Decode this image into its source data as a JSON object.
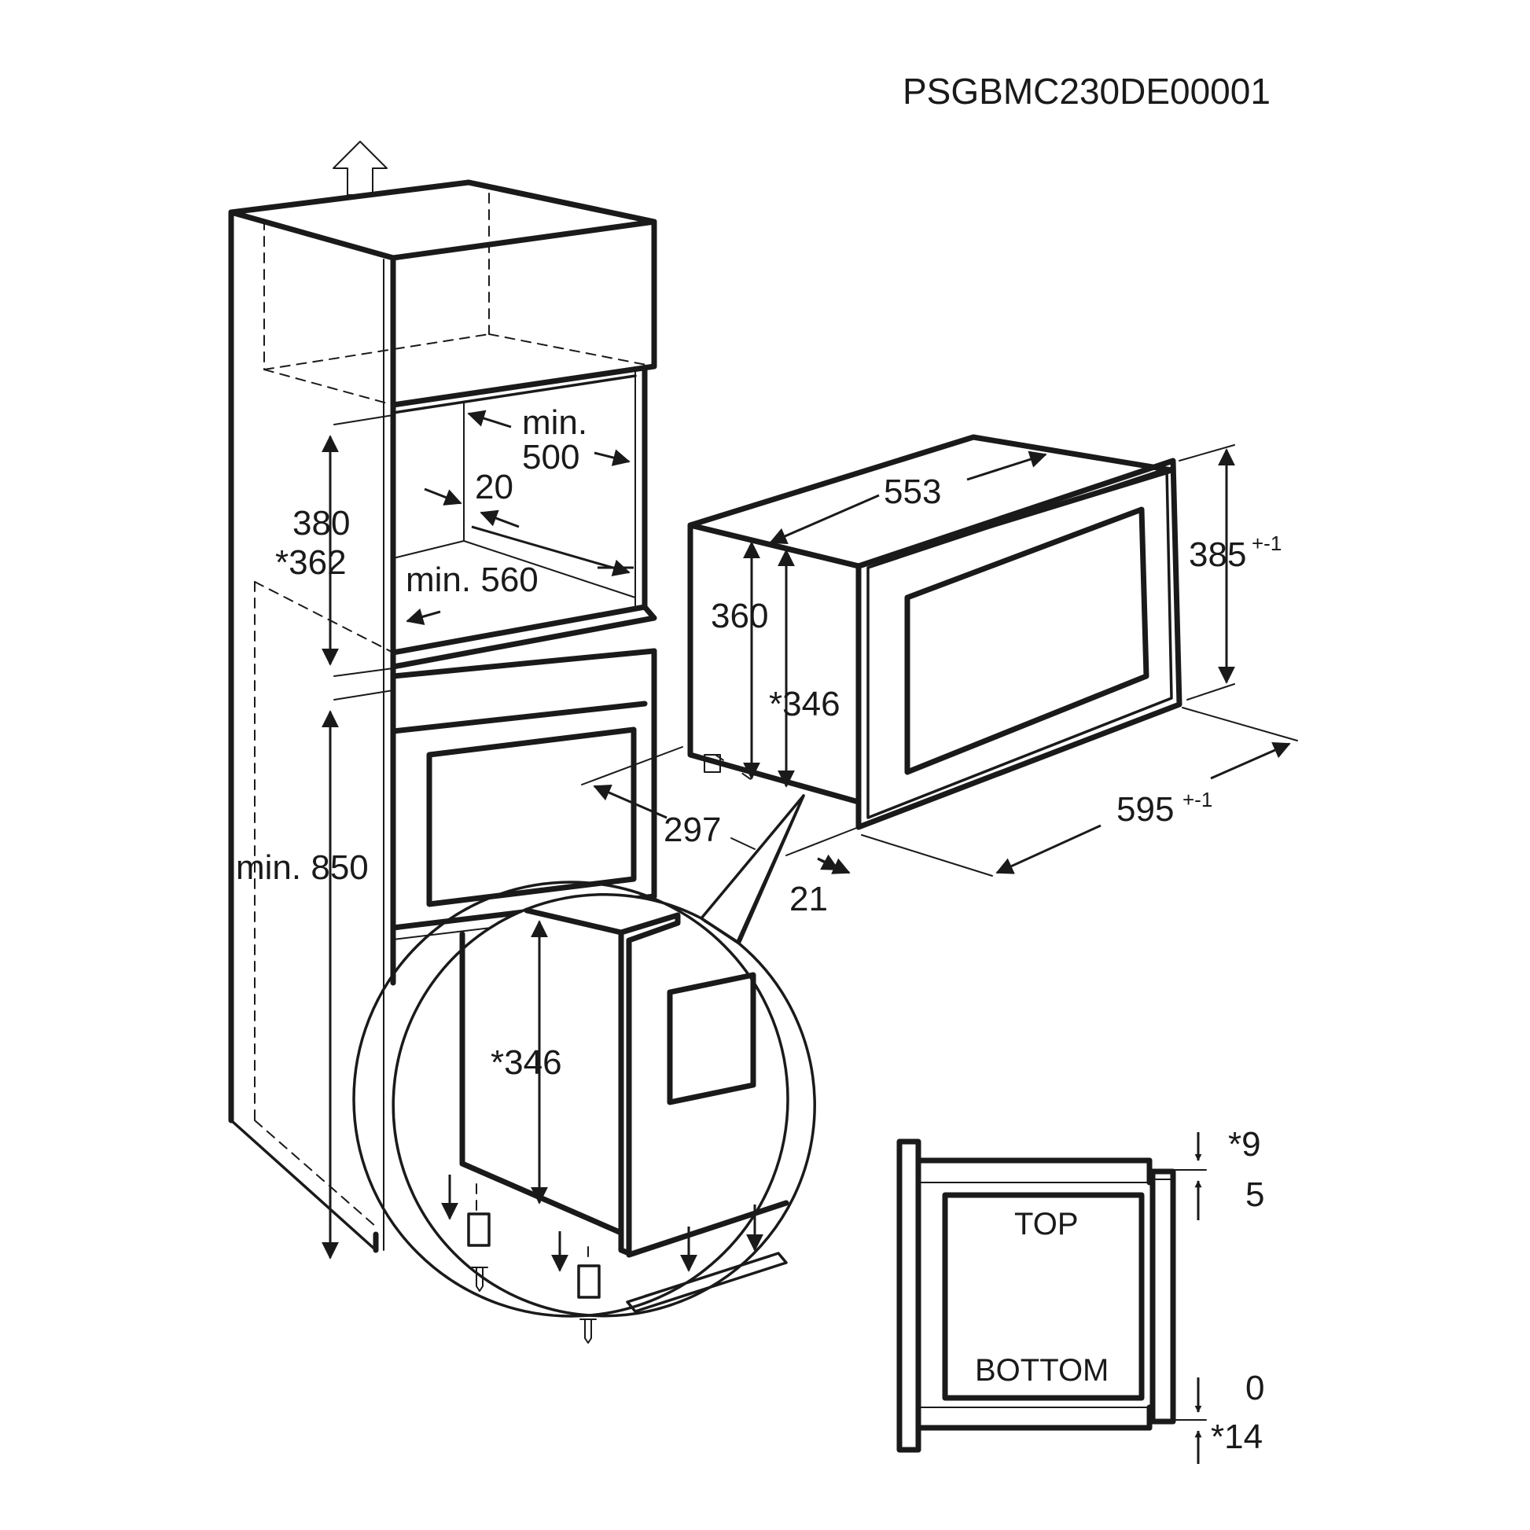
{
  "doc_code": "PSGBMC230DE00001",
  "cabinet": {
    "niche_height": "380",
    "niche_height_alt": "*362",
    "min_depth_label_1": "min.",
    "min_depth_label_2": "500",
    "gap": "20",
    "min_width": "min. 560",
    "base_height": "min. 850"
  },
  "appliance": {
    "depth": "553",
    "body_height": "360",
    "inner_height": "*346",
    "front_height": "385",
    "front_height_tol": "+-1",
    "width": "595",
    "width_tol": "+-1",
    "side_depth": "297",
    "front_thickness": "21"
  },
  "detail": {
    "inner_height": "*346"
  },
  "clearance": {
    "top_label": "TOP",
    "bottom_label": "BOTTOM",
    "top_1": "*9",
    "top_2": "5",
    "bottom_1": "0",
    "bottom_2": "*14"
  }
}
